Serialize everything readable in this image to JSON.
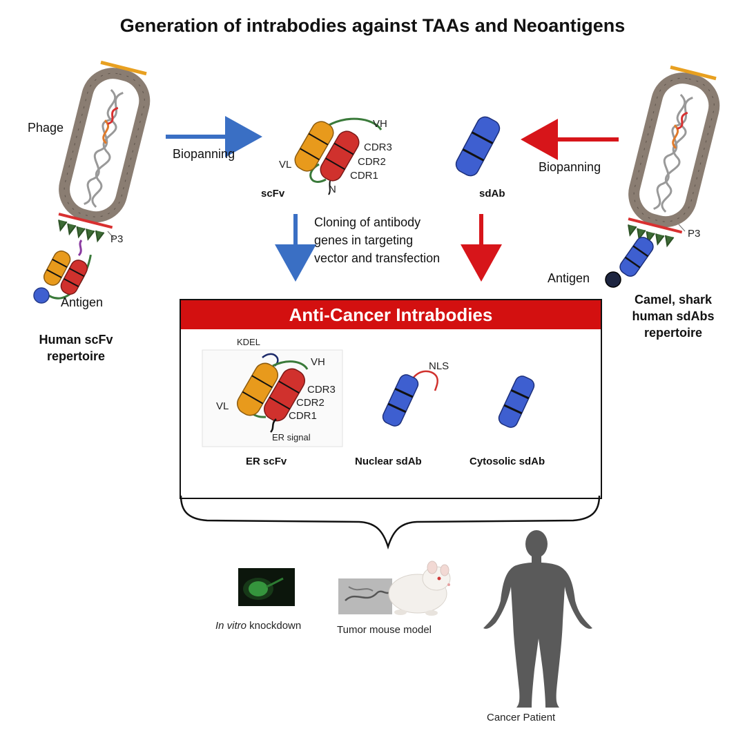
{
  "title": "Generation of intrabodies against TAAs and Neoantigens",
  "left": {
    "phage_label": "Phage",
    "p3_label": "P3",
    "antigen_label": "Antigen",
    "repertoire_label_line1": "Human scFv",
    "repertoire_label_line2": "repertoire",
    "biopanning_label": "Biopanning"
  },
  "right": {
    "p3_label": "P3",
    "antigen_label": "Antigen",
    "repertoire_label_line1": "Camel, shark",
    "repertoire_label_line2": "human sdAbs",
    "repertoire_label_line3": "repertoire",
    "biopanning_label": "Biopanning"
  },
  "scfv": {
    "vh": "VH",
    "vl": "VL",
    "cdr3": "CDR3",
    "cdr2": "CDR2",
    "cdr1": "CDR1",
    "n": "N",
    "name": "scFv"
  },
  "sdab": {
    "name": "sdAb"
  },
  "cloning": {
    "line1": "Cloning of antibody",
    "line2": "genes in targeting",
    "line3": "vector and transfection"
  },
  "box": {
    "header": "Anti-Cancer Intrabodies",
    "er_scfv": {
      "kdel": "KDEL",
      "vh": "VH",
      "vl": "VL",
      "cdr3": "CDR3",
      "cdr2": "CDR2",
      "cdr1": "CDR1",
      "er_signal": "ER signal",
      "name": "ER scFv"
    },
    "nuclear": {
      "nls": "NLS",
      "name": "Nuclear sdAb"
    },
    "cytosolic": {
      "name": "Cytosolic sdAb"
    }
  },
  "outcomes": {
    "in_vitro_italic": "In vitro",
    "in_vitro_rest": " knockdown",
    "tumor_mouse": "Tumor mouse model",
    "cancer_patient": "Cancer Patient"
  },
  "colors": {
    "blue_arrow": "#3a6fc4",
    "red_arrow": "#d7151a",
    "header_red": "#d31010",
    "vl_orange": "#e89a1c",
    "vh_red": "#d0312d",
    "sdab_blue": "#3e5fd0",
    "phage_capsid": "#8a7d72",
    "linker_green": "#3a7a3a",
    "silhouette": "#5a5a5a"
  }
}
